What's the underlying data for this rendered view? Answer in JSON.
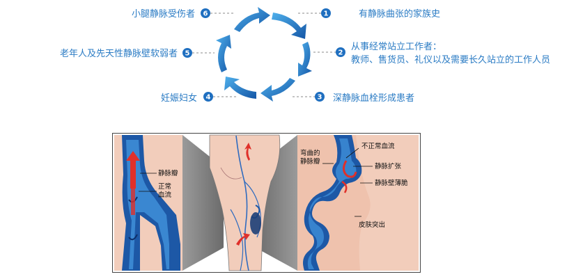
{
  "colors": {
    "blue_text": "#2a7bc4",
    "badge": "#1f6fc0",
    "arrow_light": "#3f9fe0",
    "arrow_dark": "#1556a8",
    "vein": "#1d58a6",
    "skin": "#f2cdbb",
    "blood": "#e0302a"
  },
  "cycle": {
    "items": [
      {
        "num": "1",
        "text": "有静脉曲张的家族史"
      },
      {
        "num": "2",
        "text": "从事经常站立工作者：",
        "text2": "教师、售货员、礼仪以及需要长久站立的工作人员"
      },
      {
        "num": "3",
        "text": "深静脉血栓形成患者"
      },
      {
        "num": "4",
        "text": "妊娠妇女"
      },
      {
        "num": "5",
        "text": "老年人及先天性静脉壁软弱者"
      },
      {
        "num": "6",
        "text": "小腿静脉受伤者"
      }
    ]
  },
  "diagram": {
    "left": {
      "valve": "静脉瓣",
      "normal1": "正常",
      "normal2": "血流"
    },
    "right": {
      "curved1": "弯曲的",
      "curved2": "静脉瓣",
      "abnormal": "不正常血流",
      "dilation": "静脉扩张",
      "thin_wall": "静脉壁薄脆",
      "bulge": "皮肤突出"
    }
  }
}
